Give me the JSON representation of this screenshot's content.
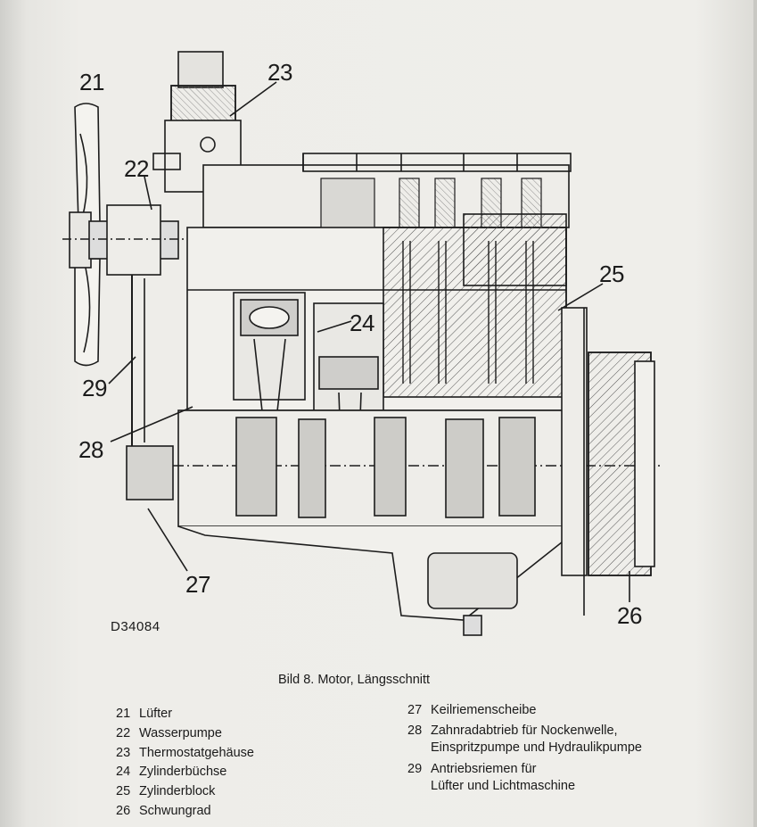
{
  "callouts": [
    {
      "number": "21"
    },
    {
      "number": "22"
    },
    {
      "number": "23"
    },
    {
      "number": "24"
    },
    {
      "number": "25"
    },
    {
      "number": "26"
    },
    {
      "number": "27"
    },
    {
      "number": "28"
    },
    {
      "number": "29"
    }
  ],
  "drawing_number": "D34084",
  "caption": "Bild 8. Motor, Längsschnitt",
  "legend_left": [
    {
      "num": "21",
      "text": "Lüfter"
    },
    {
      "num": "22",
      "text": "Wasserpumpe"
    },
    {
      "num": "23",
      "text": "Thermostatgehäuse"
    },
    {
      "num": "24",
      "text": "Zylinderbüchse"
    },
    {
      "num": "25",
      "text": "Zylinderblock"
    },
    {
      "num": "26",
      "text": "Schwungrad"
    }
  ],
  "legend_right": [
    {
      "num": "27",
      "lines": [
        "Keilriemenscheibe"
      ]
    },
    {
      "num": "28",
      "lines": [
        "Zahnradabtrieb für Nockenwelle,",
        "Einspritzpumpe und Hydraulikpumpe"
      ]
    },
    {
      "num": "29",
      "lines": [
        "Antriebsriemen für",
        "Lüfter und Lichtmaschine"
      ]
    }
  ]
}
